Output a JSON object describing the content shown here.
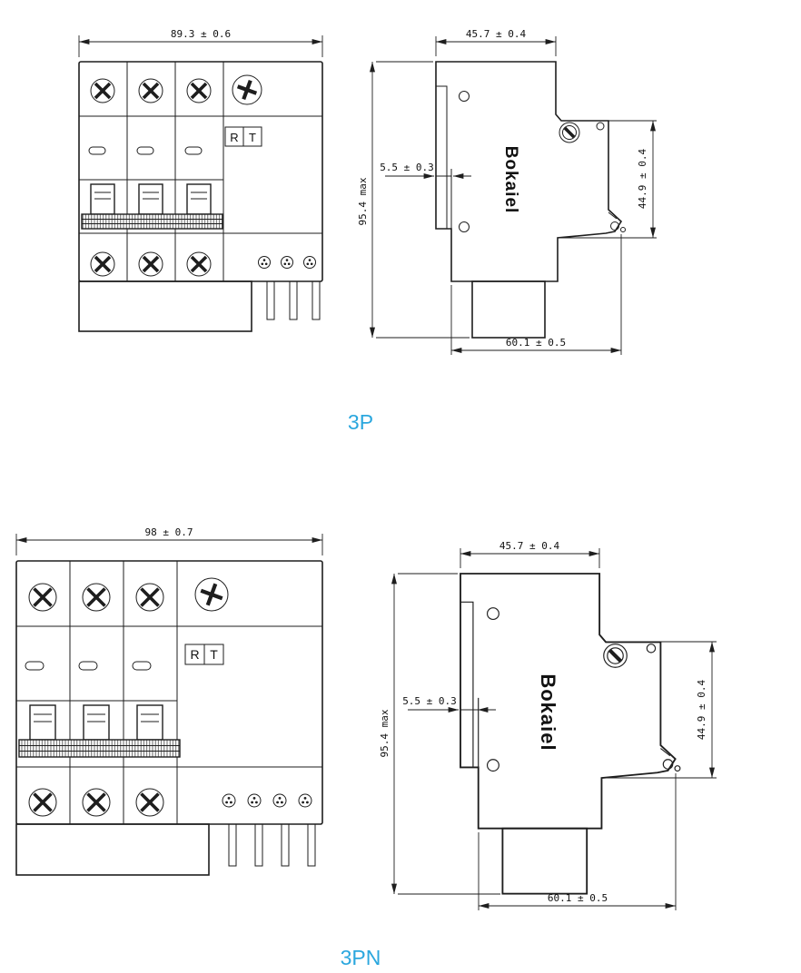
{
  "accent_color": "#2ba7de",
  "figures": [
    {
      "id": "3p",
      "label": "3P",
      "front": {
        "width_dim": "89.3 ± 0.6",
        "marking_r": "R",
        "marking_t": "T"
      },
      "side": {
        "width_dim": "45.7 ± 0.4",
        "height_dim": "95.4 max",
        "rail_dim": "5.5 ± 0.3",
        "clip_dim": "44.9 ± 0.4",
        "depth_dim": "60.1 ± 0.5",
        "brand": "Bokaiel"
      }
    },
    {
      "id": "3pn",
      "label": "3PN",
      "front": {
        "width_dim": "98 ± 0.7",
        "marking_r": "R",
        "marking_t": "T"
      },
      "side": {
        "width_dim": "45.7 ± 0.4",
        "height_dim": "95.4 max",
        "rail_dim": "5.5 ± 0.3",
        "clip_dim": "44.9 ± 0.4",
        "depth_dim": "60.1 ± 0.5",
        "brand": "Bokaiel"
      }
    }
  ]
}
